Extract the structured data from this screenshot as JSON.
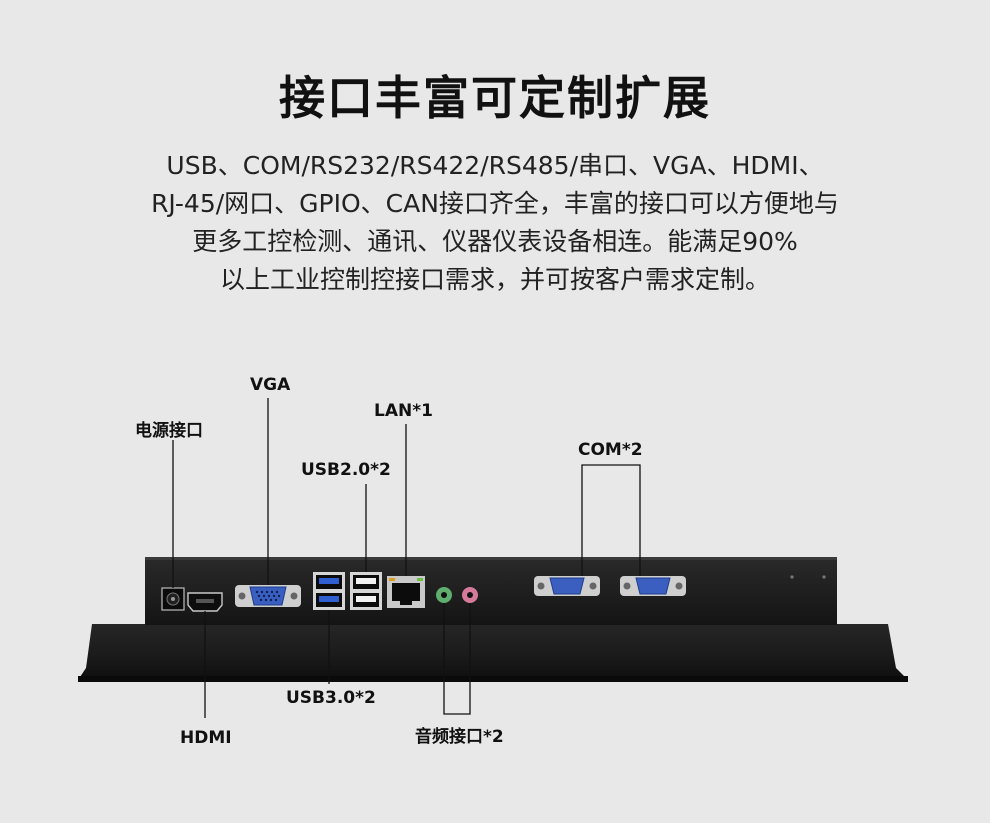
{
  "title": "接口丰富可定制扩展",
  "description_lines": [
    "USB、COM/RS232/RS422/RS485/串口、VGA、HDMI、",
    "RJ-45/网口、GPIO、CAN接口齐全，丰富的接口可以方便地与",
    "更多工控检测、通讯、仪器仪表设备相连。能满足90%",
    "以上工业控制控接口需求，并可按客户需求定制。"
  ],
  "labels": {
    "power": "电源接口",
    "vga": "VGA",
    "lan": "LAN*1",
    "usb2": "USB2.0*2",
    "com": "COM*2",
    "usb3": "USB3.0*2",
    "hdmi": "HDMI",
    "audio": "音频接口*2"
  },
  "icons": {
    "power_port": "dc-power-jack-icon",
    "hdmi_port": "hdmi-port-icon",
    "vga_port": "vga-port-icon",
    "usb3_port": "usb3-port-icon",
    "usb2_port": "usb2-port-icon",
    "lan_port": "rj45-port-icon",
    "audio_ports": "audio-jack-icon",
    "com_ports": "db9-serial-port-icon"
  },
  "colors": {
    "background": "#e8e8e8",
    "device_body": "#1c1c1c",
    "usb3_blue": "#2f5fd0",
    "vga_blue": "#3a5fc0",
    "audio_green": "#5fae6e",
    "audio_pink": "#d57a9a"
  }
}
